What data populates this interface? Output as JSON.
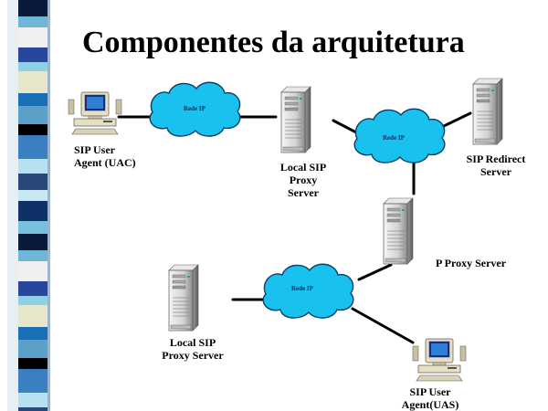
{
  "slide": {
    "title": "Componentes da arquitetura"
  },
  "diagram": {
    "nodes": {
      "uac": {
        "label": "SIP User\nAgent (UAC)",
        "icon": "desktop-computer-icon"
      },
      "local_proxy_top": {
        "label": "Local SIP\nProxy\nServer",
        "icon": "server-tower-icon"
      },
      "redirect": {
        "label": "SIP Redirect\nServer",
        "icon": "server-tower-icon"
      },
      "p_proxy": {
        "label": "P Proxy Server",
        "icon": "server-tower-icon"
      },
      "local_proxy_bottom": {
        "label": "Local SIP\nProxy Server",
        "icon": "server-tower-icon"
      },
      "uas": {
        "label": "SIP User\nAgent(UAS)",
        "icon": "desktop-computer-icon"
      }
    },
    "clouds": {
      "c1": "Rede IP",
      "c2": "Rede IP",
      "c3": "Rede IP"
    }
  },
  "colors": {
    "cloud_fill": "#19c1ee",
    "cloud_stroke": "#0a3f6b",
    "connector": "#000000",
    "server_body": "#d9d9d9",
    "stripe_blocks": [
      "#0b1a3a",
      "#6fb5d6",
      "#f0f0f0",
      "#27489a",
      "#8fd0e8",
      "#e6e6c8",
      "#1a70b8",
      "#5aa0c8",
      "#000000",
      "#3a80c0",
      "#b8e0f0",
      "#284878",
      "#c8e8f4",
      "#103068",
      "#78c0dc"
    ]
  }
}
